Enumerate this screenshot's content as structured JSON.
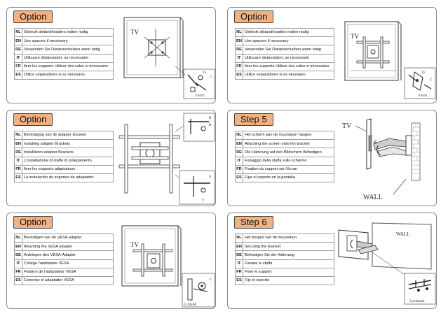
{
  "panels": [
    {
      "tag": "Option",
      "rows": [
        {
          "code": "NL",
          "text": "Gebruik afstandhouders indien nodig"
        },
        {
          "code": "EN",
          "text": "Use spacers if necessary"
        },
        {
          "code": "DE",
          "text": "Verwenden Sie Distanzscheiben wenn nötig"
        },
        {
          "code": "IT",
          "text": "Utilizzare distanziatori, se necessario"
        },
        {
          "code": "FR",
          "text": "fixer les supports Utiliser des cales si nécessaire"
        },
        {
          "code": "ES",
          "text": "Utilice separadores si es necesario"
        }
      ],
      "labels": {
        "tv": "TV",
        "d": "D",
        "c": "C",
        "part": "F/H/I/L"
      }
    },
    {
      "tag": "Option",
      "rows": [
        {
          "code": "NL",
          "text": "Gebruik afstandhouders indien nodig"
        },
        {
          "code": "EN",
          "text": "Use spacers if necessary"
        },
        {
          "code": "DE",
          "text": "Verwenden Sie Distanzscheiben wenn nötig"
        },
        {
          "code": "IT",
          "text": "Utilizzare distanziatori, se necessario"
        },
        {
          "code": "FR",
          "text": "fixer les supports Utiliser des cales si nécessaire"
        },
        {
          "code": "ES",
          "text": "Utilice separadores si es necesario"
        }
      ],
      "labels": {
        "tv": "TV",
        "d": "D",
        "c": "C",
        "part": "F/H/I/L"
      }
    },
    {
      "tag": "Option",
      "rows": [
        {
          "code": "NL",
          "text": "Bevestiging van de adapter steunen"
        },
        {
          "code": "EN",
          "text": "Installing adapter Brackets"
        },
        {
          "code": "DE",
          "text": "Installieren adapter Brackets"
        },
        {
          "code": "IT",
          "text": "L'installazione di staffe di collegamento"
        },
        {
          "code": "FR",
          "text": "fixer les supports adaptateurs"
        },
        {
          "code": "ES",
          "text": "La instalación de soportes de adaptador"
        }
      ],
      "labels": {
        "b": "B",
        "r": "R",
        "s": "S",
        "t": "T"
      }
    },
    {
      "tag": "Step 5",
      "rows": [
        {
          "code": "NL",
          "text": "Het scherm aan de muursteun hangen"
        },
        {
          "code": "EN",
          "text": "Attaching the screen onto the bracket"
        },
        {
          "code": "DE",
          "text": "Die Halterung auf den Bildschirm Befestigen"
        },
        {
          "code": "IT",
          "text": "Fissaggio della staffa sullo schermo"
        },
        {
          "code": "FR",
          "text": "Fixation du support sur l'écran"
        },
        {
          "code": "ES",
          "text": "Fijar el soporte en la pantalla"
        }
      ],
      "labels": {
        "tv": "TV",
        "wall": "WALL"
      }
    },
    {
      "tag": "Option",
      "rows": [
        {
          "code": "NL",
          "text": "Bevestigen van de VESA adapter"
        },
        {
          "code": "EN",
          "text": "Attaching the VESA adapter"
        },
        {
          "code": "DE",
          "text": "Anbringen des VESA-Adapter"
        },
        {
          "code": "IT",
          "text": "Collega l'adattatore VESA"
        },
        {
          "code": "FR",
          "text": "Fixation de l'adaptateur VESA"
        },
        {
          "code": "ES",
          "text": "Conectar el adaptador VESA"
        }
      ],
      "labels": {
        "tv": "TV",
        "c": "C",
        "part": "G/J/K/M"
      }
    },
    {
      "tag": "Step 6",
      "rows": [
        {
          "code": "NL",
          "text": "Het borgen van de muursteun"
        },
        {
          "code": "EN",
          "text": "Securing the bracket"
        },
        {
          "code": "DE",
          "text": "Befestigen Sie die Halterung"
        },
        {
          "code": "IT",
          "text": "Fissare la staffa"
        },
        {
          "code": "FR",
          "text": "Fixer le support"
        },
        {
          "code": "ES",
          "text": "Fije el soporte"
        }
      ],
      "labels": {
        "wall": "WALL",
        "locknuts": "Locknuts"
      }
    }
  ]
}
